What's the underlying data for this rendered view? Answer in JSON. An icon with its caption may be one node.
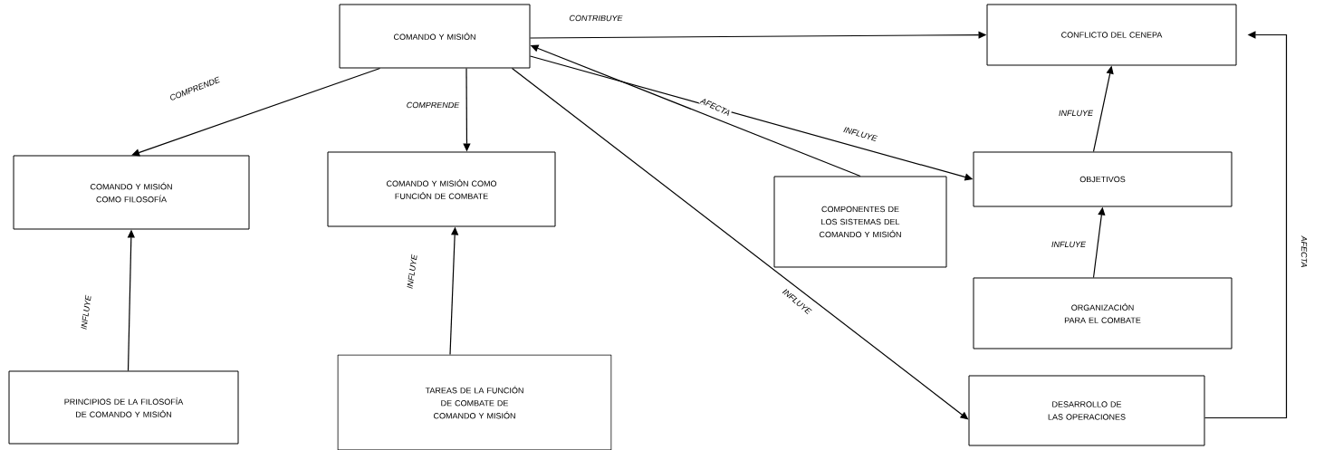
{
  "diagram": {
    "nodes": [
      {
        "text": [
          "COMANDO Y MISIÓN"
        ]
      },
      {
        "text": [
          "CONFLICTO DEL CENEPA"
        ]
      },
      {
        "text": [
          "COMANDO Y MISIÓN COMO FILOSOFÍA"
        ]
      },
      {
        "text": [
          "COMANDO Y MISIÓN COMO FUNCIÓN DE COMBATE"
        ]
      },
      {
        "text": [
          "COMPONENTES DE LOS SISTEMAS DEL COMANDO Y MISIÓN"
        ]
      },
      {
        "text": [
          "OBJETIVOS"
        ]
      },
      {
        "text": [
          "ORGANIZACIÓN PARA EL COMBATE"
        ]
      },
      {
        "text": [
          "PRINCIPIOS DE LA FILOSOFÍA DE COMANDO Y MISIÓN"
        ]
      },
      {
        "text": [
          "TAREAS DE LA FUNCIÓN DE COMBATE DE COMANDO Y MISIÓN"
        ]
      },
      {
        "text": [
          "DESARROLLO DE LAS OPERACIONES"
        ]
      }
    ],
    "edges": [
      {
        "from": 0,
        "to": 1,
        "arrow": "to",
        "label": "CONTRIBUYE"
      },
      {
        "from": 0,
        "to": 2,
        "arrow": "to",
        "label": "COMPRENDE"
      },
      {
        "from": 0,
        "to": 3,
        "arrow": "to",
        "label": "COMPRENDE"
      },
      {
        "from": 4,
        "to": 0,
        "arrow": "to",
        "label": "AFECTA"
      },
      {
        "from": 0,
        "to": 5,
        "arrow": "to",
        "label": "INFLUYE"
      },
      {
        "from": 0,
        "to": 9,
        "arrow": "to",
        "label": "INFLUYE"
      },
      {
        "from": 5,
        "to": 1,
        "arrow": "to",
        "label": "INFLUYE"
      },
      {
        "from": 6,
        "to": 5,
        "arrow": "to",
        "label": "INFLUYE"
      },
      {
        "from": 7,
        "to": 2,
        "arrow": "to",
        "label": "INFLUYE"
      },
      {
        "from": 8,
        "to": 3,
        "arrow": "to",
        "label": "INFLUYE"
      },
      {
        "from": 9,
        "to": 1,
        "arrow": "to",
        "label": "AFECTA"
      }
    ]
  }
}
